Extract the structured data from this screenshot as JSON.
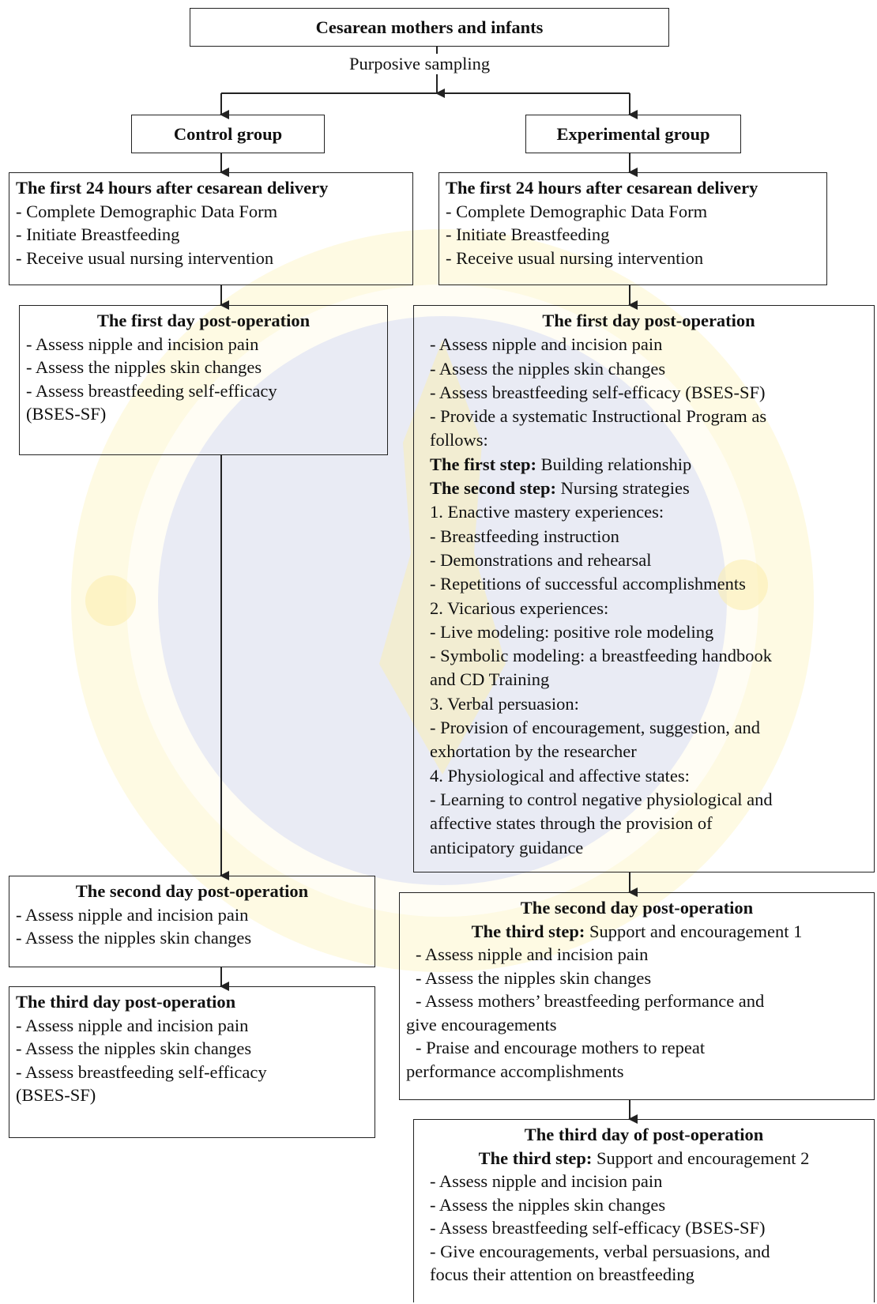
{
  "top": {
    "title": "Cesarean mothers and infants",
    "sampling": "Purposive sampling"
  },
  "groups": {
    "control": "Control group",
    "experimental": "Experimental group"
  },
  "control": {
    "first24": {
      "title": "The first 24 hours after cesarean delivery",
      "items": [
        "- Complete Demographic Data Form",
        "- Initiate Breastfeeding",
        "- Receive usual nursing intervention"
      ]
    },
    "day1": {
      "title": "The first day post-operation",
      "items": [
        "- Assess nipple and incision pain",
        "- Assess the nipples skin changes",
        "- Assess breastfeeding self-efficacy",
        "(BSES-SF)"
      ]
    },
    "day2": {
      "title": "The second day post-operation",
      "items": [
        "- Assess nipple and incision pain",
        "- Assess the nipples skin changes"
      ]
    },
    "day3": {
      "title": "The third day post-operation",
      "items": [
        "- Assess nipple and incision pain",
        "- Assess the nipples skin changes",
        "- Assess breastfeeding self-efficacy",
        "(BSES-SF)"
      ]
    }
  },
  "experimental": {
    "first24": {
      "title": "The first 24 hours after cesarean delivery",
      "items": [
        "- Complete Demographic Data Form",
        "- Initiate Breastfeeding",
        "- Receive usual nursing intervention"
      ]
    },
    "day1": {
      "title": "The first day post-operation",
      "items_a": [
        "- Assess nipple and incision pain",
        "- Assess the nipples skin changes",
        "- Assess breastfeeding self-efficacy (BSES-SF)",
        "- Provide a systematic Instructional Program as",
        "follows:"
      ],
      "step1_label": "The first step:",
      "step1_text": " Building relationship",
      "step2_label": "The second step:",
      "step2_text": " Nursing strategies",
      "items_b": [
        "1. Enactive mastery experiences:",
        "- Breastfeeding instruction",
        "- Demonstrations and rehearsal",
        "- Repetitions of successful accomplishments",
        "2. Vicarious experiences:",
        "- Live modeling: positive role modeling",
        "- Symbolic modeling: a breastfeeding handbook",
        "and CD Training",
        "3. Verbal persuasion:",
        "- Provision of encouragement, suggestion, and",
        "exhortation by the researcher",
        "4. Physiological and affective states:",
        "- Learning to control negative physiological and",
        "affective states through the provision of",
        "anticipatory guidance"
      ]
    },
    "day2": {
      "title": "The second day post-operation",
      "step_label": "The third step:",
      "step_text": " Support and encouragement 1",
      "items": [
        "- Assess nipple and incision pain",
        "- Assess the nipples skin changes",
        "- Assess mothers’ breastfeeding performance and",
        "give encouragements",
        "- Praise and encourage mothers to repeat",
        "performance accomplishments"
      ]
    },
    "day3": {
      "title": "The third day of post-operation",
      "step_label": "The third step:",
      "step_text": " Support and encouragement 2",
      "items": [
        "- Assess nipple and incision pain",
        "- Assess the nipples skin changes",
        "- Assess breastfeeding self-efficacy (BSES-SF)",
        "- Give encouragements, verbal persuasions, and",
        "focus their attention on breastfeeding"
      ]
    }
  }
}
